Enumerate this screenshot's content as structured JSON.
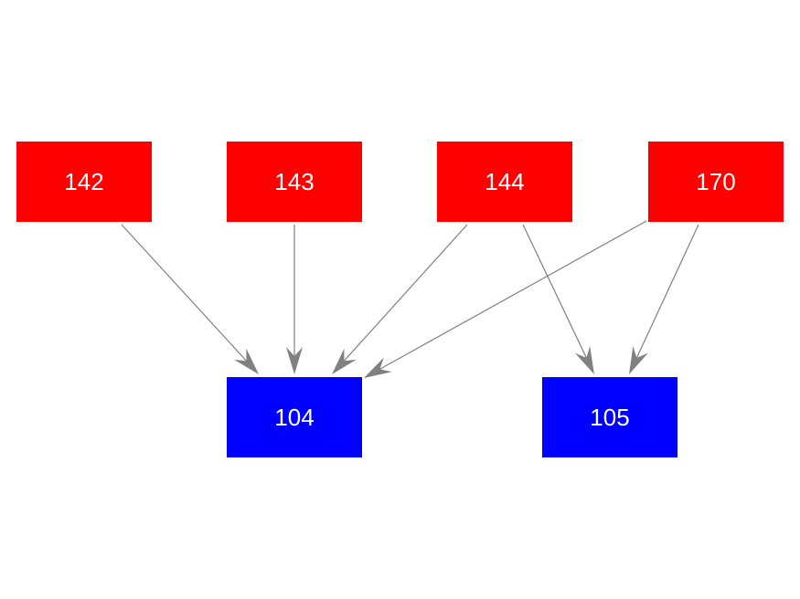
{
  "colors": {
    "source_node": "#ff0000",
    "target_node": "#0000ff",
    "edge": "#808080",
    "label": "#ffffff"
  },
  "nodes": {
    "n142": {
      "label": "142",
      "kind": "source"
    },
    "n143": {
      "label": "143",
      "kind": "source"
    },
    "n144": {
      "label": "144",
      "kind": "source"
    },
    "n170": {
      "label": "170",
      "kind": "source"
    },
    "n104": {
      "label": "104",
      "kind": "target"
    },
    "n105": {
      "label": "105",
      "kind": "target"
    }
  },
  "edges": [
    {
      "from": "142",
      "to": "104"
    },
    {
      "from": "143",
      "to": "104"
    },
    {
      "from": "144",
      "to": "104"
    },
    {
      "from": "170",
      "to": "104"
    },
    {
      "from": "144",
      "to": "105"
    },
    {
      "from": "170",
      "to": "105"
    }
  ]
}
